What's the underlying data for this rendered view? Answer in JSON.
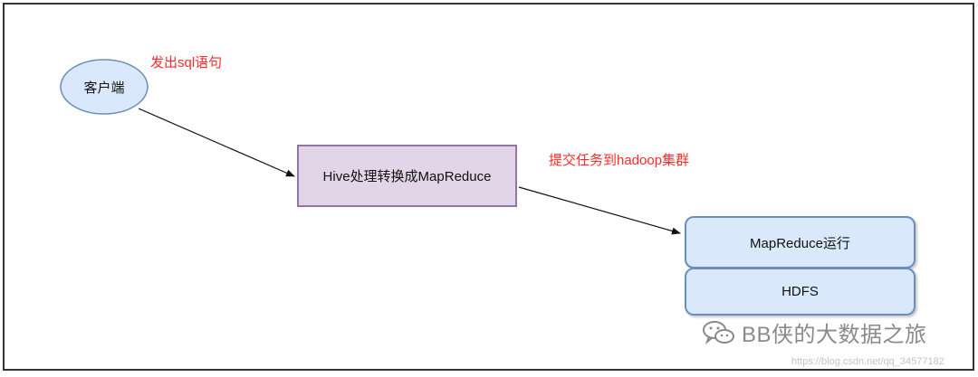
{
  "diagram": {
    "nodes": {
      "client": {
        "label": "客户端"
      },
      "hive": {
        "label": "Hive处理转换成MapReduce"
      },
      "mapreduce": {
        "label": "MapReduce运行"
      },
      "hdfs": {
        "label": "HDFS"
      }
    },
    "edges": [
      {
        "from": "client",
        "to": "hive",
        "label": "发出sql语句"
      },
      {
        "from": "hive",
        "to": "mapreduce",
        "label": "提交任务到hadoop集群"
      }
    ]
  },
  "watermark": {
    "text": "BB侠的大数据之旅",
    "icon": "wechat-icon",
    "url": "https://blog.csdn.net/qq_34577182"
  },
  "colors": {
    "ellipse_fill": "#dae8fc",
    "ellipse_stroke": "#6c8ebf",
    "hive_fill": "#e1d5e7",
    "hive_stroke": "#9673a6",
    "cluster_fill": "#dae8fc",
    "cluster_stroke": "#6c8ebf",
    "annotation": "#ff2a2a",
    "edge": "#111111"
  }
}
